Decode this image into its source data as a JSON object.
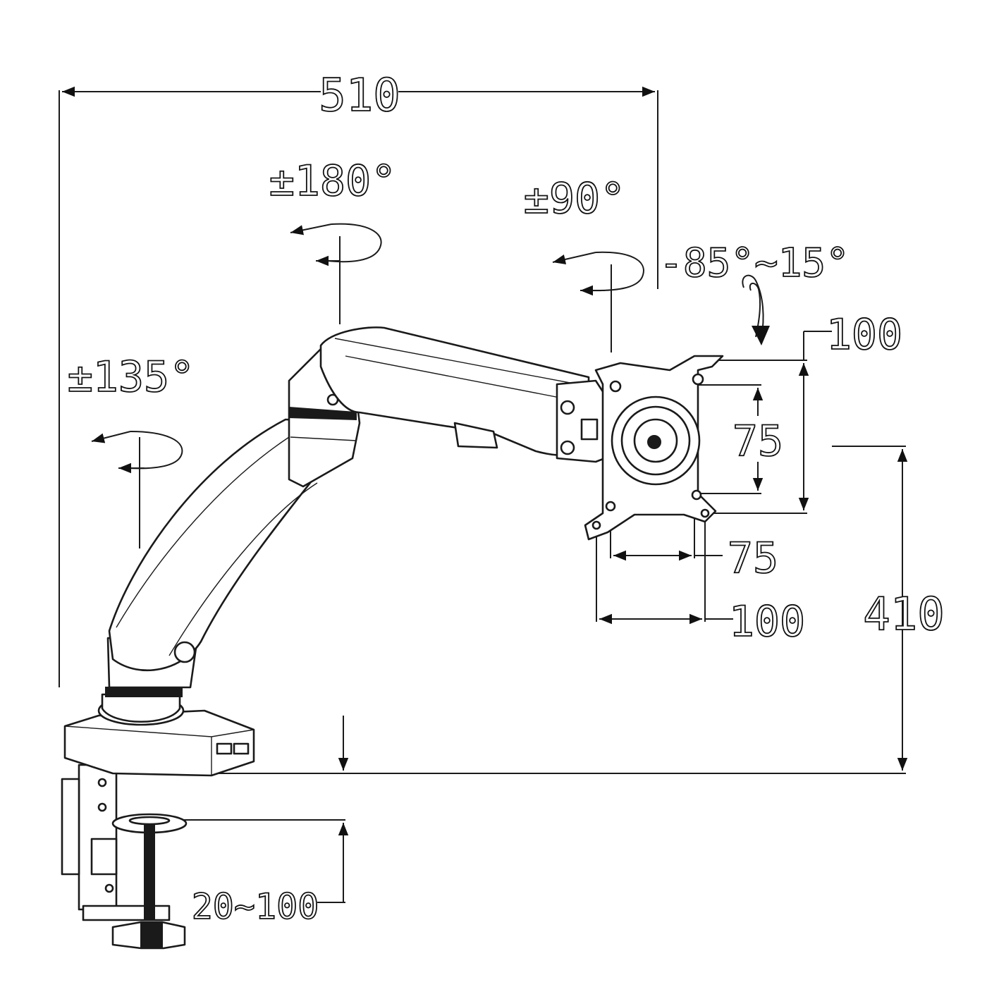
{
  "dimensions": {
    "total_width": "510",
    "height": "410",
    "clamp_range": "20~100",
    "vesa_outer_width": "100",
    "vesa_inner_width": "75",
    "vesa_outer_height": "100",
    "vesa_inner_height": "75"
  },
  "rotations": {
    "arm_swivel": "±180°",
    "head_swivel": "±90°",
    "base_swivel": "±135°",
    "tilt": "-85°~15°"
  },
  "colors": {
    "line": "#1a1a1a",
    "background": "#ffffff"
  }
}
